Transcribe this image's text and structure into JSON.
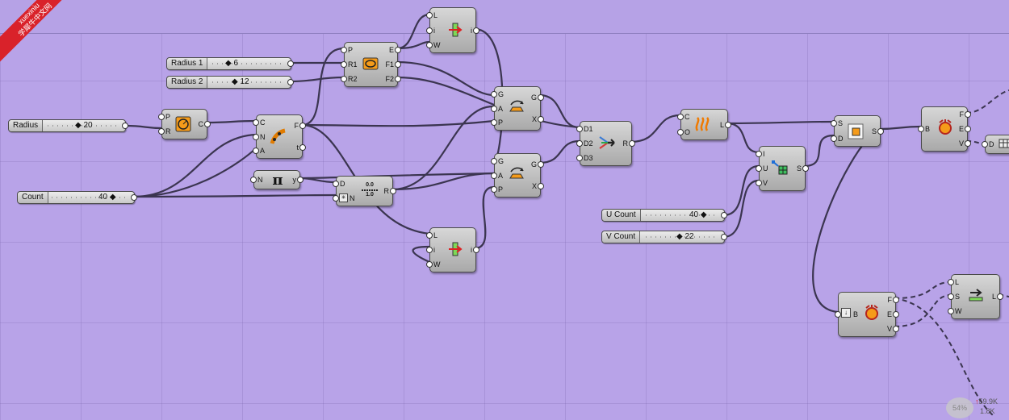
{
  "watermark": {
    "line1": "xuexiniu",
    "line2": "学犀牛中文网"
  },
  "sliders": {
    "radius1": {
      "label": "Radius 1",
      "value": "6"
    },
    "radius2": {
      "label": "Radius 2",
      "value": "12"
    },
    "radius": {
      "label": "Radius",
      "value": "20"
    },
    "count": {
      "label": "Count",
      "value": "40"
    },
    "ucount": {
      "label": "U Count",
      "value": "40"
    },
    "vcount": {
      "label": "V Count",
      "value": "22"
    }
  },
  "components": {
    "listitem1": {
      "inputs": [
        "L",
        "i",
        "W"
      ],
      "outputs": [
        "i"
      ]
    },
    "ellipse": {
      "inputs": [
        "P",
        "R1",
        "R2"
      ],
      "outputs": [
        "E",
        "F1",
        "F2"
      ]
    },
    "circle": {
      "inputs": [
        "P",
        "R"
      ],
      "outputs": [
        "C"
      ]
    },
    "divide": {
      "inputs": [
        "C",
        "N",
        "A"
      ],
      "outputs": [
        "F",
        "t"
      ]
    },
    "rotate1": {
      "inputs": [
        "G",
        "A",
        "P"
      ],
      "outputs": [
        "G",
        "X"
      ]
    },
    "rotate2": {
      "inputs": [
        "G",
        "A",
        "P"
      ],
      "outputs": [
        "G",
        "X"
      ]
    },
    "pi": {
      "inputs": [
        "N"
      ],
      "outputs": [
        "y"
      ]
    },
    "range": {
      "inputs": [
        "D",
        "N"
      ],
      "outputs": [
        "R"
      ],
      "domain_top": "0.0",
      "domain_bottom": "1.0"
    },
    "listitem2": {
      "inputs": [
        "L",
        "i",
        "W"
      ],
      "outputs": [
        "i"
      ]
    },
    "merge": {
      "inputs": [
        "D1",
        "D2",
        "D3"
      ],
      "outputs": [
        "R"
      ]
    },
    "loft": {
      "inputs": [
        "C",
        "O"
      ],
      "outputs": [
        "L"
      ]
    },
    "divsurf": {
      "inputs": [
        "I",
        "U",
        "V"
      ],
      "outputs": [
        "S"
      ]
    },
    "surface": {
      "inputs": [
        "S",
        "D"
      ],
      "outputs": [
        "S"
      ]
    },
    "brep1": {
      "inputs": [
        "B"
      ],
      "outputs": [
        "F",
        "E",
        "V"
      ]
    },
    "partial": {
      "inputs": [
        "D"
      ],
      "outputs": []
    },
    "brep2": {
      "inputs": [
        "B"
      ],
      "outputs": [
        "F",
        "E",
        "V"
      ]
    },
    "listlen": {
      "inputs": [
        "L",
        "S",
        "W"
      ],
      "outputs": [
        "L"
      ]
    }
  },
  "stats": {
    "percent": "54%",
    "up": "59.9K",
    "down": "1.8K"
  }
}
